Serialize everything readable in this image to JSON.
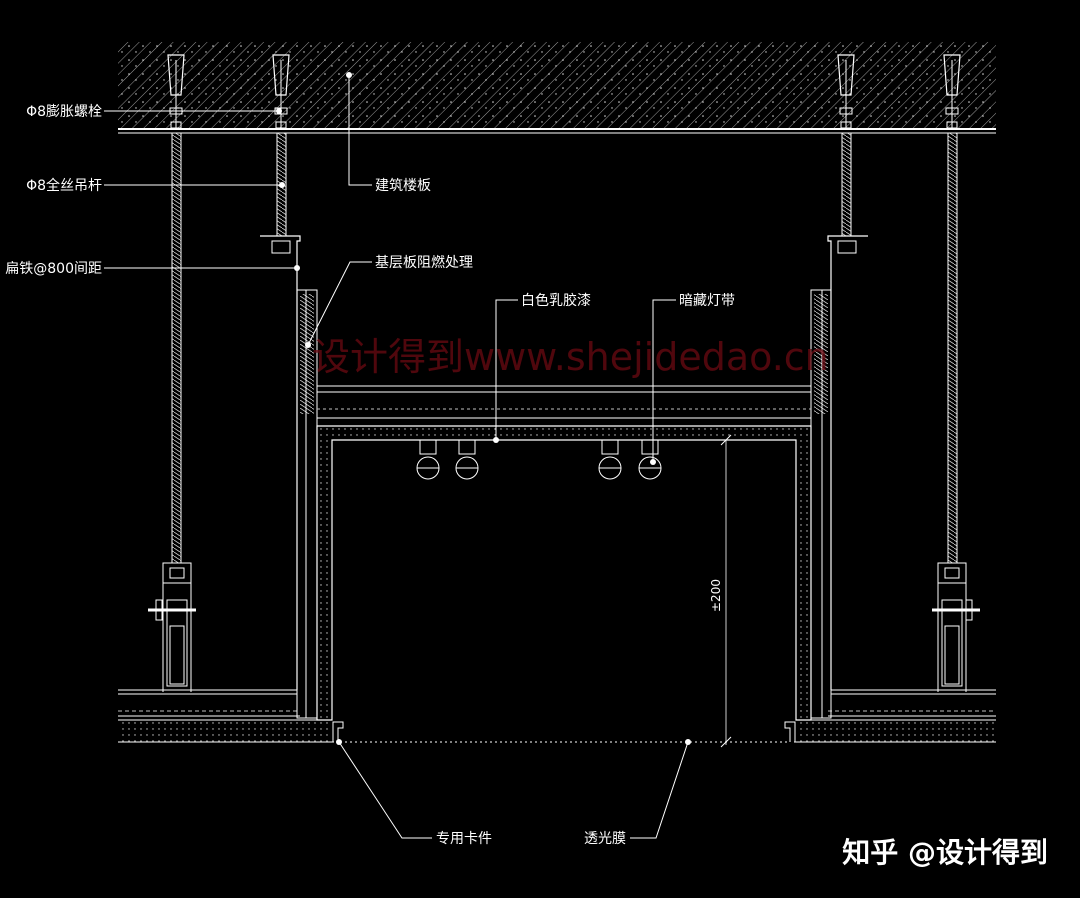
{
  "labels": {
    "expansion_bolt": "Φ8膨胀螺栓",
    "threaded_rod": "Φ8全丝吊杆",
    "flat_iron": "扁铁@800间距",
    "building_slab": "建筑楼板",
    "base_board": "基层板阻燃处理",
    "white_latex_paint": "白色乳胶漆",
    "hidden_light_strip": "暗藏灯带",
    "special_clip": "专用卡件",
    "translucent_film": "透光膜"
  },
  "dimension": {
    "height": "±200"
  },
  "watermarks": {
    "site": "设计得到www.shejidedao.cn",
    "zhihu": "知乎 @设计得到"
  }
}
